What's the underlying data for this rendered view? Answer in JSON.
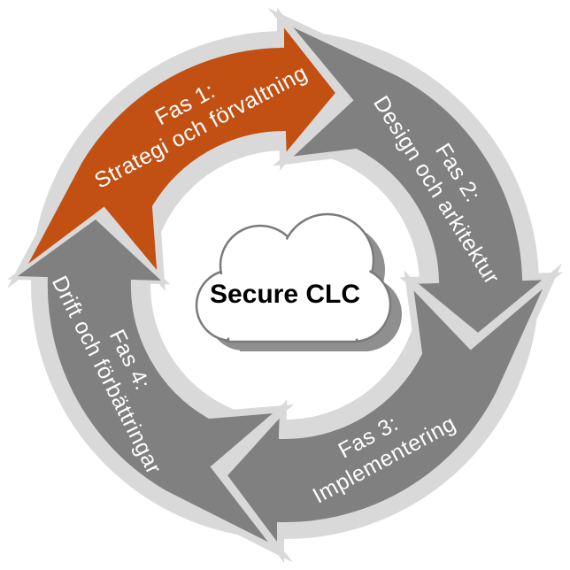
{
  "diagram": {
    "title": "Secure cloud lifecycle diagram",
    "center_label": "Secure CLC",
    "phases": [
      {
        "id": "fas-1",
        "line1": "Fas 1:",
        "line2": "Strategi och förvaltning",
        "color": "#C25012",
        "highlighted": true
      },
      {
        "id": "fas-2",
        "line1": "Fas 2:",
        "line2": "Design och arkitektur",
        "color": "#808080",
        "highlighted": false
      },
      {
        "id": "fas-3",
        "line1": "Fas 3:",
        "line2": "Implementering",
        "color": "#808080",
        "highlighted": false
      },
      {
        "id": "fas-4",
        "line1": "Fas 4:",
        "line2": "Drift och förbättringar",
        "color": "#808080",
        "highlighted": false
      }
    ],
    "colors": {
      "ring": "#D9D9D9",
      "arrow_gray": "#808080",
      "highlight_orange": "#C25012",
      "label_text": "#FFFFFF",
      "center_text": "#000000",
      "cloud_fill": "#FFFFFF",
      "cloud_outline": "#7A7A7A",
      "cloud_shadow": "#8F8F8F"
    }
  }
}
